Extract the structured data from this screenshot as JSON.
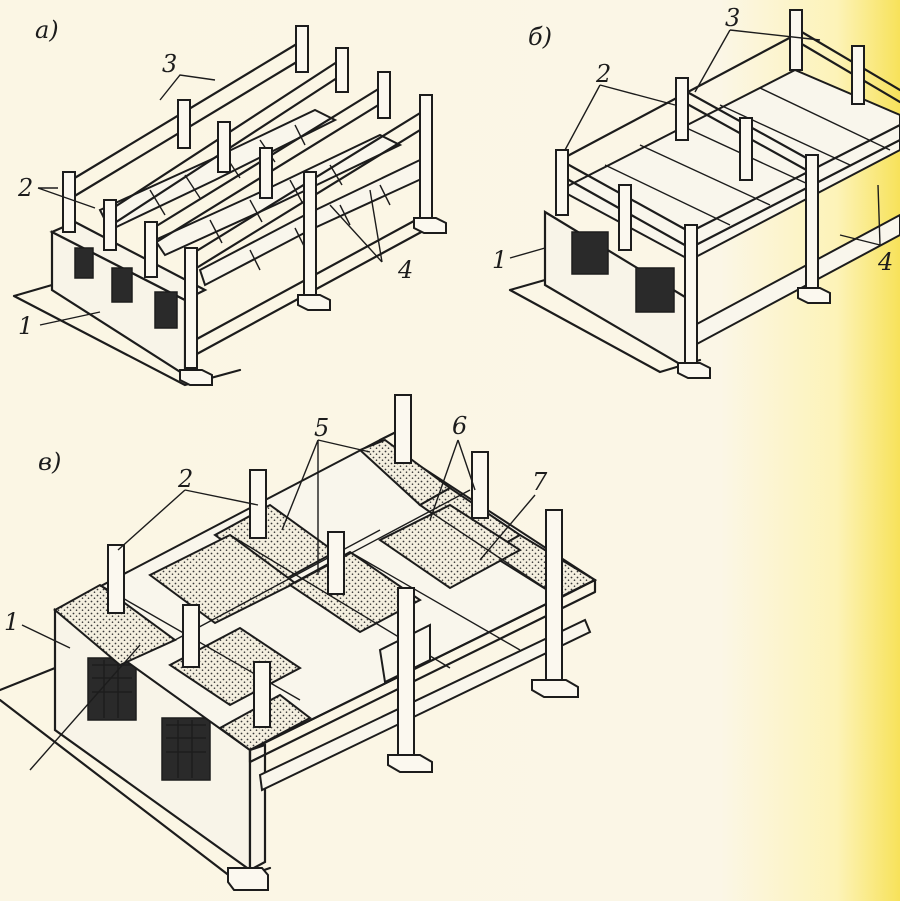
{
  "panels": [
    {
      "id": "a",
      "letter": "а)",
      "callouts": [
        "1",
        "2",
        "3",
        "4"
      ]
    },
    {
      "id": "b",
      "letter": "б)",
      "callouts": [
        "1",
        "2",
        "3",
        "4"
      ]
    },
    {
      "id": "c",
      "letter": "в)",
      "callouts": [
        "1",
        "2",
        "5",
        "6",
        "7"
      ]
    }
  ],
  "colors": {
    "ink": "#1c1c1c",
    "paper": "#fbf6e4",
    "stain": "#f7e25a"
  }
}
